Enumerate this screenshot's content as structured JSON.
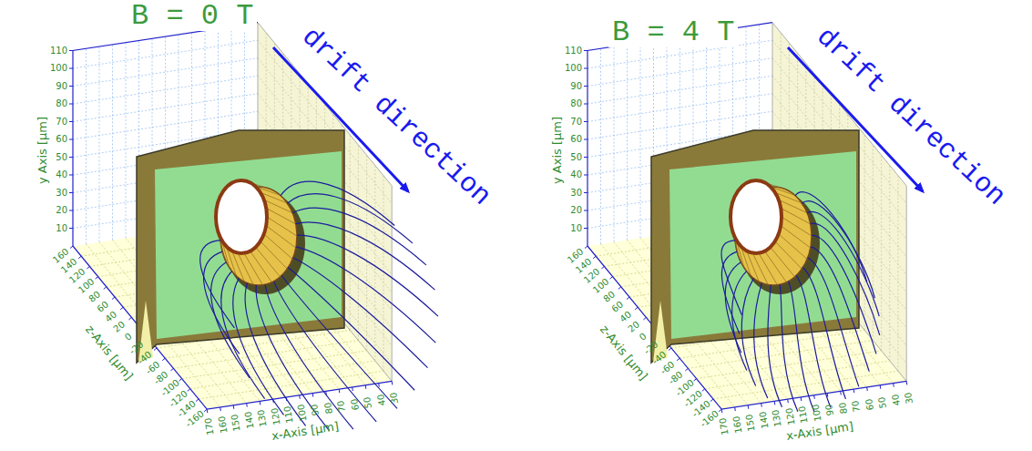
{
  "diagram": {
    "labels": [
      "B = 0 T",
      "drift direction",
      "y Axis [μm]",
      "10",
      "20",
      "30",
      "40",
      "50",
      "60",
      "70",
      "80",
      "90",
      "100",
      "110",
      "z-Axis [μm]",
      "160",
      "140",
      "120",
      "100",
      "80",
      "60",
      "40",
      "20",
      "0",
      "-20",
      "-40",
      "-60",
      "-80",
      "-100",
      "-120",
      "-140",
      "-160",
      "x-Axis [μm]",
      "170",
      "160",
      "150",
      "140",
      "130",
      "120",
      "110",
      "100",
      "90",
      "80",
      "70",
      "60",
      "50",
      "40",
      "30",
      "B = 4 T",
      "drift direction",
      "y Axis [μm]",
      "10",
      "20",
      "30",
      "40",
      "50",
      "60",
      "70",
      "80",
      "90",
      "100",
      "110",
      "z-Axis [μm]",
      "160",
      "140",
      "120",
      "100",
      "80",
      "60",
      "40",
      "20",
      "0",
      "-20",
      "-40",
      "-60",
      "-80",
      "-100",
      "-120",
      "-140",
      "-160",
      "x-Axis [μm]",
      "170",
      "160",
      "150",
      "140",
      "130",
      "120",
      "110",
      "100",
      "90",
      "80",
      "70",
      "60",
      "50",
      "40",
      "30"
    ]
  }
}
